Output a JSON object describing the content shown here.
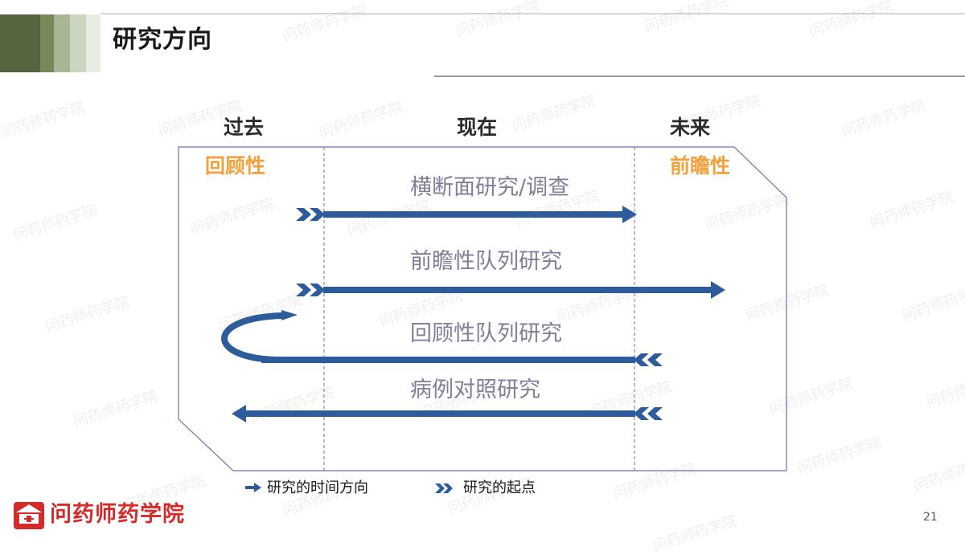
{
  "slide": {
    "title": "研究方向",
    "page_number": "21"
  },
  "timeline": {
    "past": "过去",
    "present": "现在",
    "future": "未来",
    "retrospective": "回顾性",
    "prospective": "前瞻性"
  },
  "studies": {
    "cross_sectional": "横断面研究/调查",
    "prospective_cohort": "前瞻性队列研究",
    "retrospective_cohort": "回顾性队列研究",
    "case_control": "病例对照研究"
  },
  "legend": {
    "direction_label": "研究的时间方向",
    "start_label": "研究的起点"
  },
  "brand": {
    "logo_text": "问药师药学院",
    "watermark": "问药师药学院"
  },
  "colors": {
    "arrow": "#2d5c9d",
    "accent": "#f0a13b",
    "study_text": "#7f7f99",
    "brand_red": "#d42a2a",
    "frame": "#6f6fa6"
  },
  "icons": {
    "direction": "arrow-right-icon",
    "start": "double-chevron-icon",
    "logo": "school-logo-icon"
  }
}
